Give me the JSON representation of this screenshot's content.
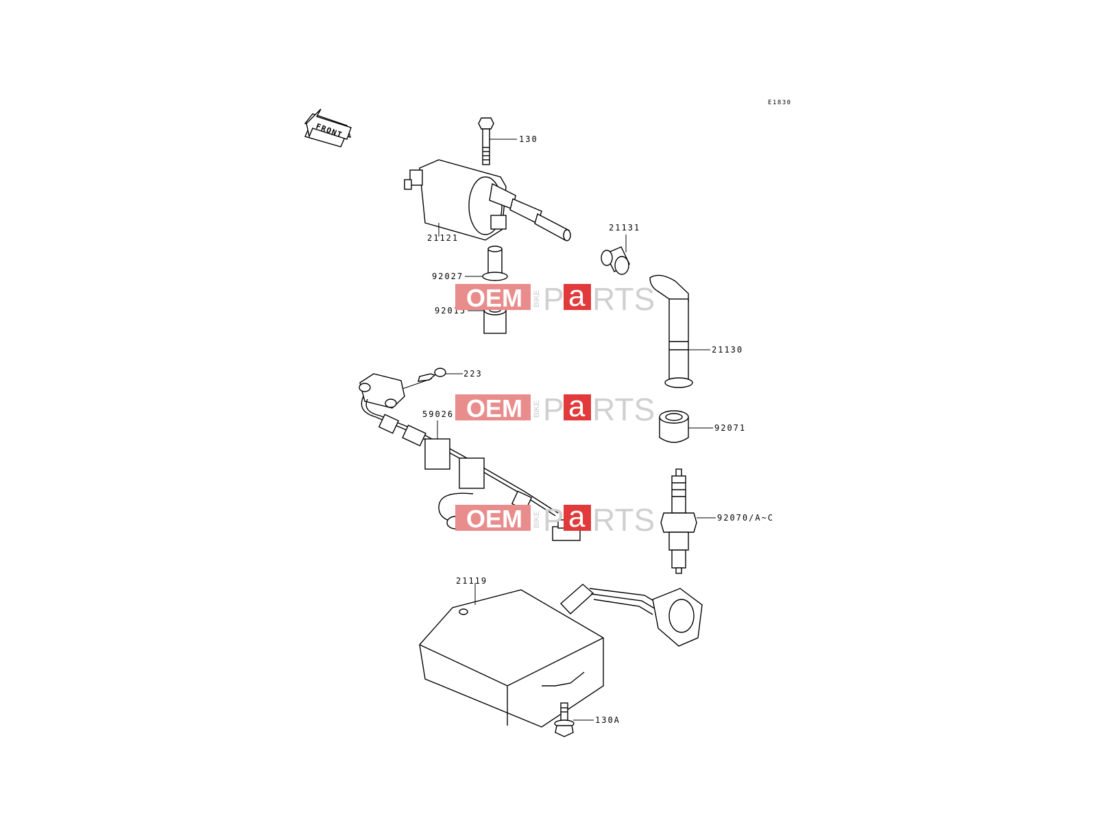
{
  "diagram": {
    "code": "E1830",
    "front_label": "FRONT",
    "parts": [
      {
        "id": "p-130",
        "label": "130"
      },
      {
        "id": "p-21121",
        "label": "21121"
      },
      {
        "id": "p-21131",
        "label": "21131"
      },
      {
        "id": "p-92027",
        "label": "92027"
      },
      {
        "id": "p-92015",
        "label": "92015"
      },
      {
        "id": "p-21130",
        "label": "21130"
      },
      {
        "id": "p-223",
        "label": "223"
      },
      {
        "id": "p-59026",
        "label": "59026"
      },
      {
        "id": "p-92071",
        "label": "92071"
      },
      {
        "id": "p-92070",
        "label": "92070/A~C"
      },
      {
        "id": "p-21119",
        "label": "21119"
      },
      {
        "id": "p-130A",
        "label": "130A"
      }
    ]
  },
  "watermark": {
    "oem": "OEM",
    "bike": "BIKE",
    "parts_p": "P",
    "parts_a": "a",
    "parts_rest": "RTS",
    "colors": {
      "oem_box": "#e88c8c",
      "a_box": "#e23a3a",
      "text_grey": "#d0d0d0"
    }
  }
}
